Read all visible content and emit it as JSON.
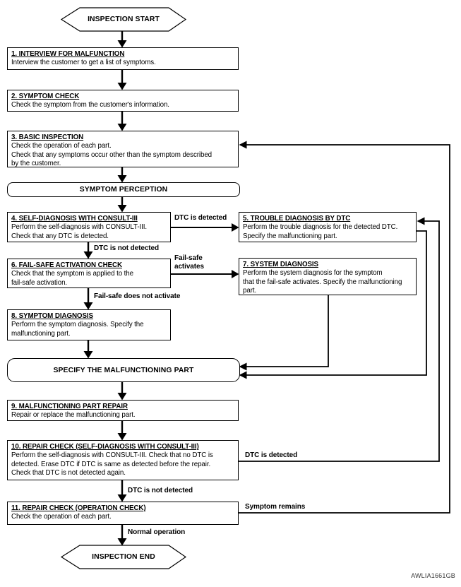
{
  "figure_code": "AWLIA1661GB",
  "colors": {
    "line": "#000000",
    "background": "#ffffff",
    "text": "#000000"
  },
  "terminators": {
    "start": "INSPECTION START",
    "end": "INSPECTION END"
  },
  "milestones": {
    "symptom_perception": "SYMPTOM PERCEPTION",
    "specify_part": "SPECIFY THE MALFUNCTIONING PART"
  },
  "steps": [
    {
      "title": "1. INTERVIEW FOR MALFUNCTION",
      "body": "Interview the customer to get a list of symptoms."
    },
    {
      "title": "2. SYMPTOM CHECK",
      "body": "Check the symptom from the customer's information."
    },
    {
      "title": "3. BASIC INSPECTION",
      "body": "Check the operation of each part.\nCheck that any symptoms occur other than the symptom described\nby the customer."
    },
    {
      "title": "4. SELF-DIAGNOSIS WITH CONSULT-III",
      "body": "Perform the self-diagnosis with CONSULT-III.\nCheck that any DTC is detected."
    },
    {
      "title": "5. TROUBLE DIAGNOSIS BY DTC",
      "body": "Perform the trouble diagnosis for the detected DTC.\nSpecify the malfunctioning part."
    },
    {
      "title": "6. FAIL-SAFE ACTIVATION CHECK",
      "body": "Check that the symptom is applied to the\nfail-safe activation."
    },
    {
      "title": "7. SYSTEM DIAGNOSIS",
      "body": "Perform the system diagnosis for the symptom\nthat the fail-safe activates. Specify the malfunctioning\npart."
    },
    {
      "title": "8. SYMPTOM DIAGNOSIS",
      "body": "Perform the symptom diagnosis. Specify the\nmalfunctioning part."
    },
    {
      "title": "9. MALFUNCTIONING PART REPAIR",
      "body": "Repair or replace the malfunctioning part."
    },
    {
      "title": "10. REPAIR CHECK (SELF-DIAGNOSIS WITH CONSULT-III)",
      "body": "Perform the self-diagnosis with CONSULT-III. Check that no DTC is\ndetected. Erase DTC if DTC is same as detected before the repair.\nCheck that DTC is not detected again."
    },
    {
      "title": "11. REPAIR CHECK (OPERATION CHECK)",
      "body": "Check the operation of each part."
    }
  ],
  "edge_labels": {
    "dtc_detected_4_5": "DTC is detected",
    "dtc_not_detected_4_6": "DTC is not detected",
    "fail_safe_activates": "Fail-safe\nactivates",
    "fail_safe_not_activate": "Fail-safe does not activate",
    "dtc_detected_10_5": "DTC is detected",
    "dtc_not_detected_10_11": "DTC is not detected",
    "symptom_remains": "Symptom remains",
    "normal_operation": "Normal operation"
  }
}
